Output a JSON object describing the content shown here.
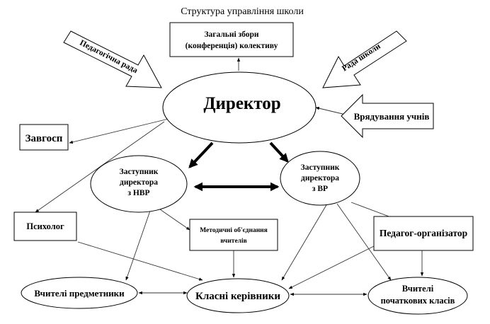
{
  "title": "Структура управління школи",
  "nodes": {
    "general_meeting": [
      "Загальні збори",
      "(конференція) колективу"
    ],
    "pedagogical_council": "Педагогічна рада",
    "school_council": "Рада школи",
    "director": "Директор",
    "student_government": "Врядування учнів",
    "zavgosp": "Завгосп",
    "deputy_nvr": [
      "Заступник",
      "директора",
      "з НВР"
    ],
    "deputy_vr": [
      "Заступник",
      "директора",
      "з ВР"
    ],
    "psychologist": "Психолог",
    "methodical_units": [
      "Методичні об'єднання",
      "вчителів"
    ],
    "pedagogue_organizer": "Педагог-організатор",
    "subject_teachers": "Вчителі предметники",
    "class_teachers": "Класні керівники",
    "primary_teachers": [
      "Вчителі",
      "початкових класів"
    ]
  }
}
